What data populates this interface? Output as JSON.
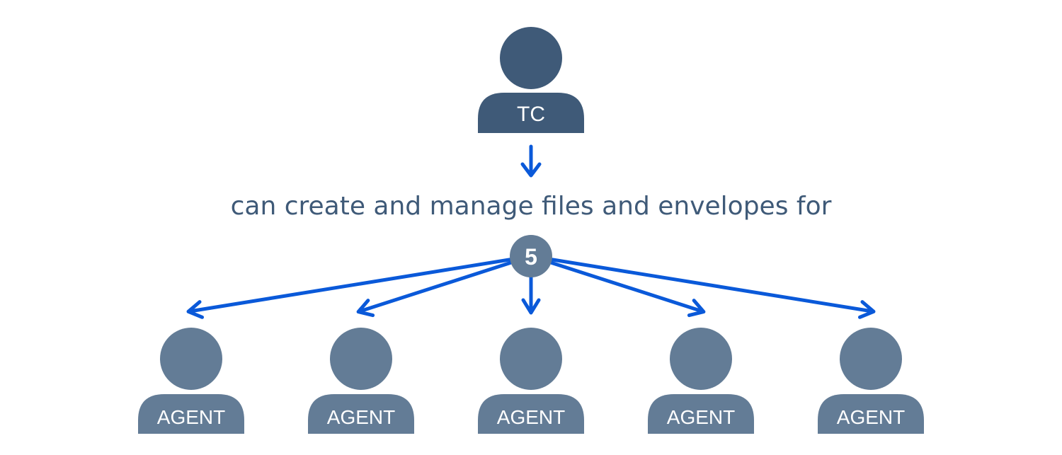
{
  "colors": {
    "leader": "#3f5a78",
    "agent": "#637c96",
    "arrow": "#0a59d9",
    "caption": "#3f5a78",
    "badge": "#637c96",
    "label_text": "#ffffff"
  },
  "leader": {
    "label": "TC"
  },
  "relationship": {
    "text": "can create and manage files and envelopes for"
  },
  "count_badge": {
    "value": "5"
  },
  "agents": [
    {
      "label": "AGENT"
    },
    {
      "label": "AGENT"
    },
    {
      "label": "AGENT"
    },
    {
      "label": "AGENT"
    },
    {
      "label": "AGENT"
    }
  ]
}
